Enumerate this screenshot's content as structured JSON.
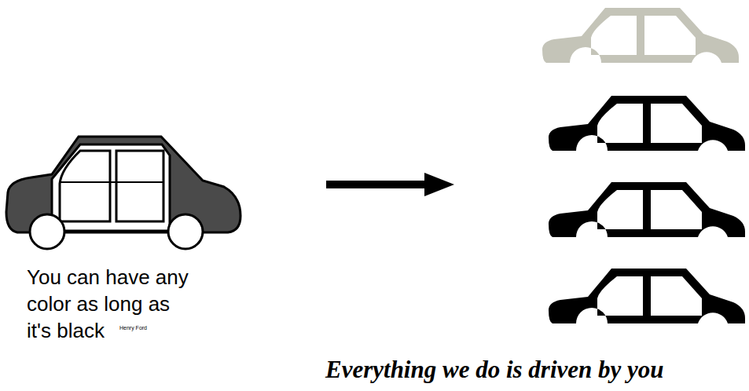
{
  "diagram": {
    "labels": [
      "You can have any color as long as it's black",
      "Henry Ford",
      "Everything we do is driven by you"
    ]
  }
}
